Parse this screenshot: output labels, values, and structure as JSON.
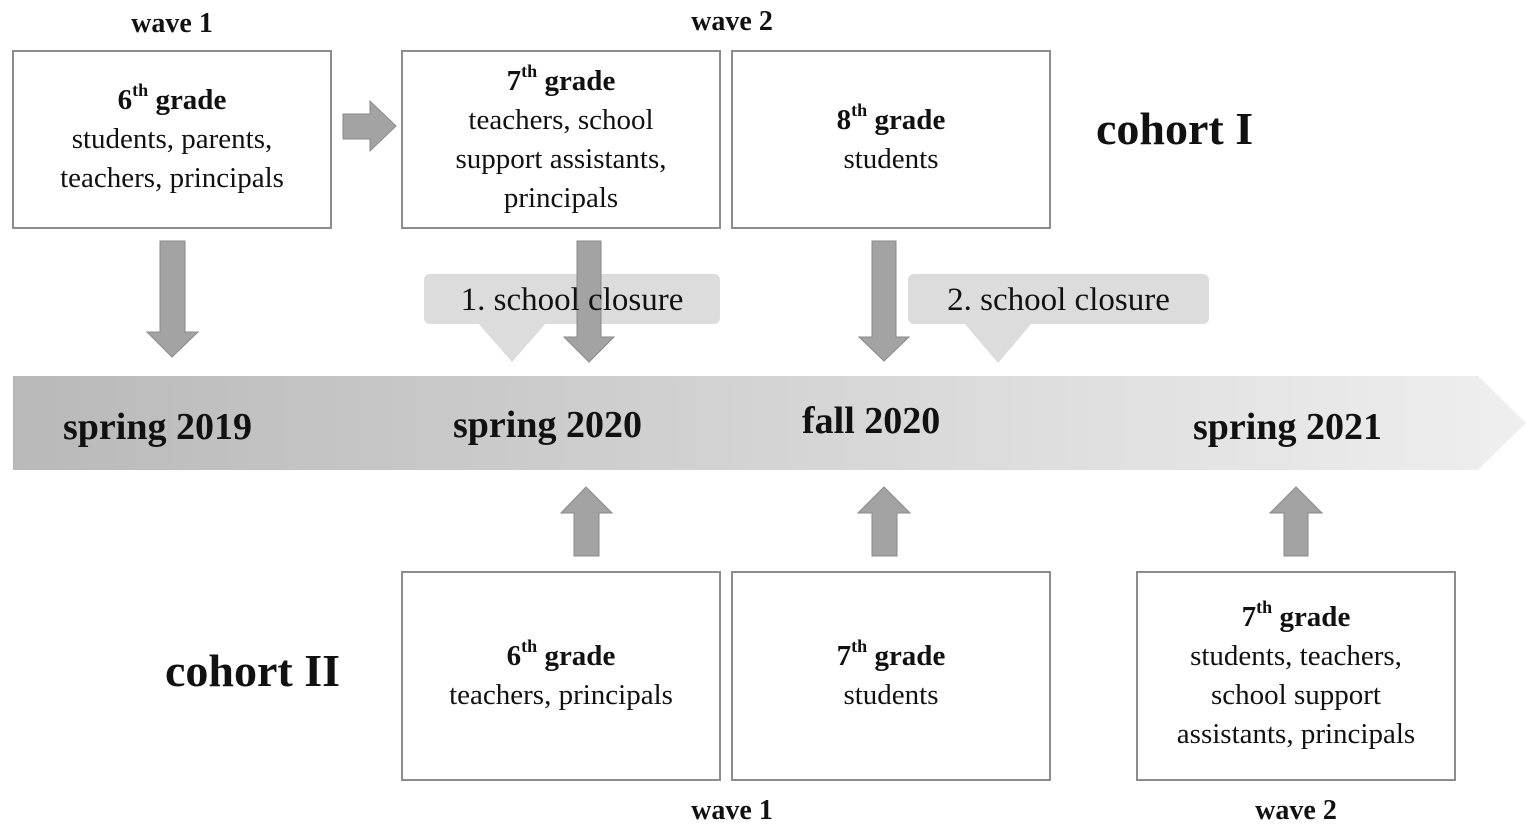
{
  "cohort1": {
    "label": "cohort I",
    "wave1_label": "wave 1",
    "wave2_label": "wave 2",
    "box1": {
      "grade_num": "6",
      "grade_sup": "th",
      "grade_word": " grade",
      "text": "students, parents,\nteachers, principals"
    },
    "box2": {
      "grade_num": "7",
      "grade_sup": "th",
      "grade_word": " grade",
      "text": "teachers, school\nsupport assistants,\nprincipals"
    },
    "box3": {
      "grade_num": "8",
      "grade_sup": "th",
      "grade_word": " grade",
      "text": "students"
    }
  },
  "cohort2": {
    "label": "cohort II",
    "wave1_label": "wave 1",
    "wave2_label": "wave 2",
    "box1": {
      "grade_num": "6",
      "grade_sup": "th",
      "grade_word": " grade",
      "text": "teachers, principals"
    },
    "box2": {
      "grade_num": "7",
      "grade_sup": "th",
      "grade_word": " grade",
      "text": "students"
    },
    "box3": {
      "grade_num": "7",
      "grade_sup": "th",
      "grade_word": " grade",
      "text": "students, teachers,\nschool support\nassistants, principals"
    }
  },
  "timeline": {
    "points": [
      "spring 2019",
      "spring 2020",
      "fall 2020",
      "spring 2021"
    ]
  },
  "callouts": {
    "closure1": "1. school closure",
    "closure2": "2. school closure"
  },
  "colors": {
    "arrow": "#a3a3a3",
    "arrow_stroke": "#8a8a8a",
    "callout": "#dcdcdc",
    "timeline_start": "#b9b9b9",
    "timeline_end": "#efefef",
    "box_border": "#8c8c8c"
  }
}
